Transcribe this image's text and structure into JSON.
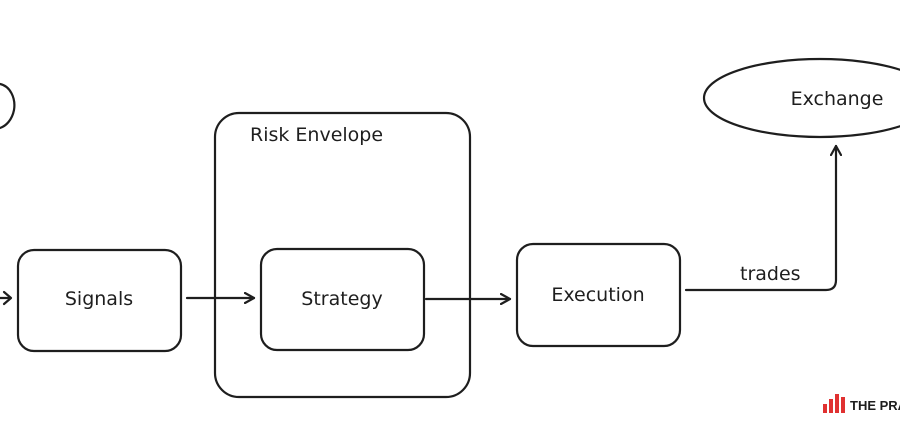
{
  "diagram": {
    "nodes": {
      "risk_envelope": {
        "label": "Risk Envelope"
      },
      "signals": {
        "label": "Signals"
      },
      "strategy": {
        "label": "Strategy"
      },
      "execution": {
        "label": "Execution"
      },
      "exchange": {
        "label": "Exchange"
      }
    },
    "edges": {
      "execution_to_exchange": {
        "label": "trades"
      }
    }
  },
  "watermark": {
    "text": "THE PRAC",
    "color": "#e03131"
  }
}
